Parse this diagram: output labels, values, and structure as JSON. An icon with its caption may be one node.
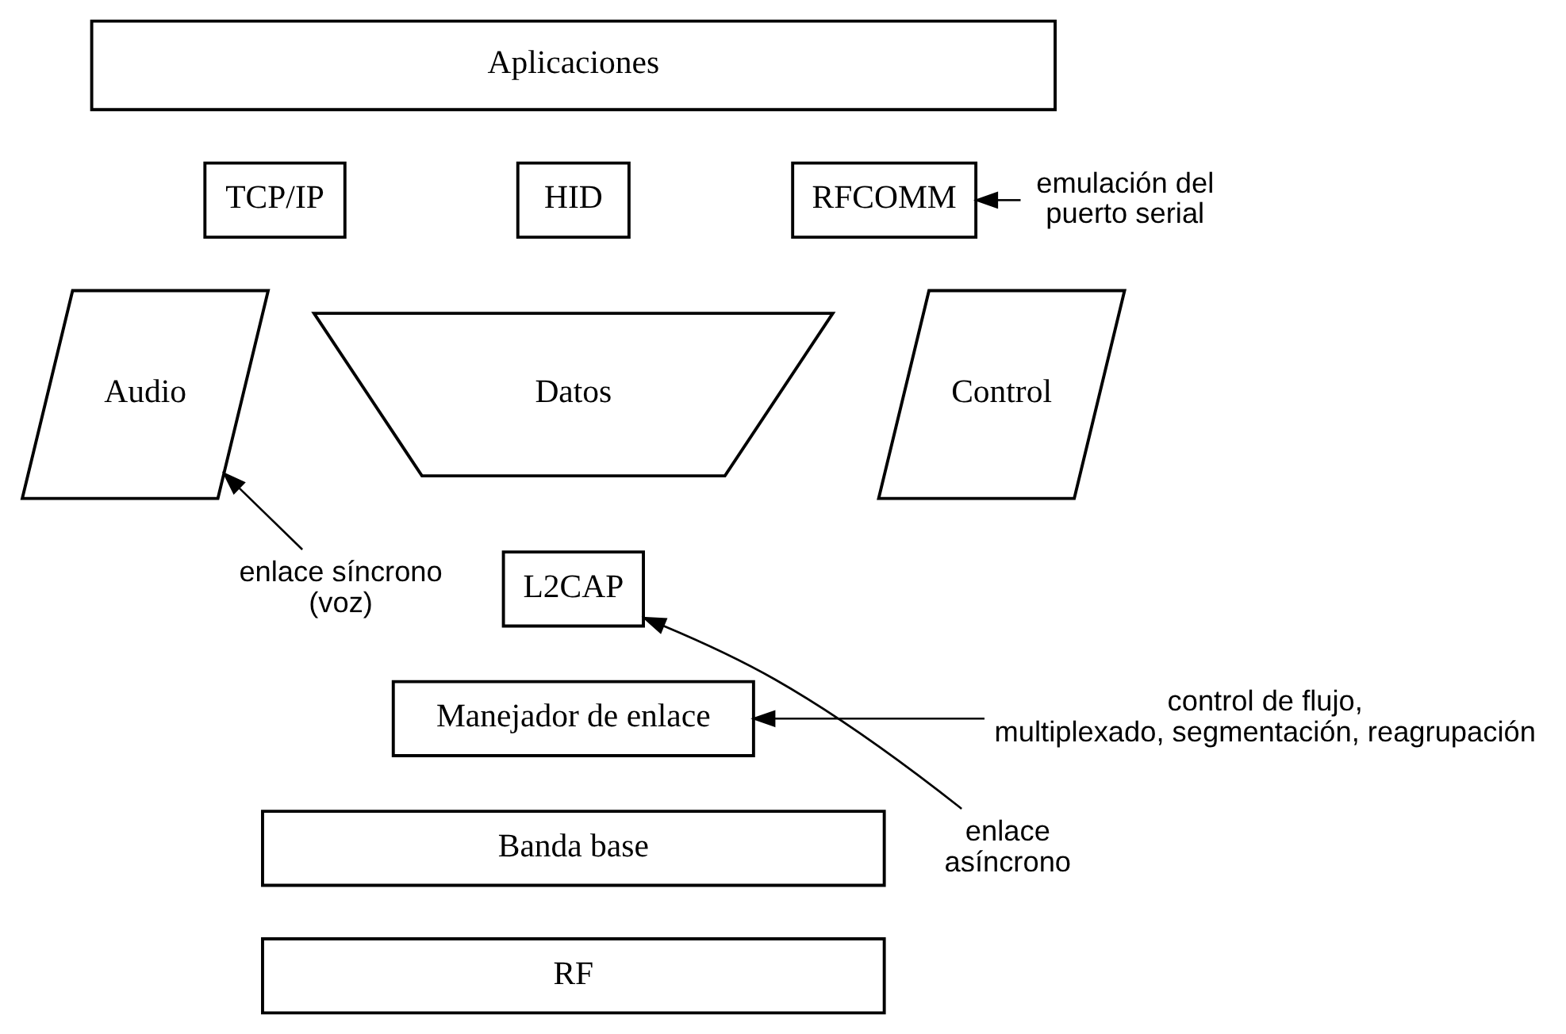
{
  "diagram": {
    "nodes": [
      {
        "text": [
          "Aplicaciones"
        ]
      },
      {
        "text": [
          "TCP/IP"
        ]
      },
      {
        "text": [
          "HID"
        ]
      },
      {
        "text": [
          "RFCOMM"
        ]
      },
      {
        "text": [
          "Audio"
        ]
      },
      {
        "text": [
          "Datos"
        ]
      },
      {
        "text": [
          "Control"
        ]
      },
      {
        "text": [
          "L2CAP"
        ]
      },
      {
        "text": [
          "Manejador de enlace"
        ]
      },
      {
        "text": [
          "Banda base"
        ]
      },
      {
        "text": [
          "RF"
        ]
      },
      {
        "text": [
          "emulación del puerto serial"
        ]
      },
      {
        "text": [
          "enlace síncrono (voz)"
        ]
      },
      {
        "text": [
          "enlace asíncrono"
        ]
      },
      {
        "text": [
          "control de flujo, multiplexado, segmentación, reagrupación"
        ]
      }
    ],
    "edges": [
      {
        "from": 11,
        "to": 3,
        "arrow": "to"
      },
      {
        "from": 12,
        "to": 4,
        "arrow": "to"
      },
      {
        "from": 13,
        "to": 7,
        "arrow": "to"
      },
      {
        "from": 14,
        "to": 8,
        "arrow": "to"
      }
    ]
  }
}
